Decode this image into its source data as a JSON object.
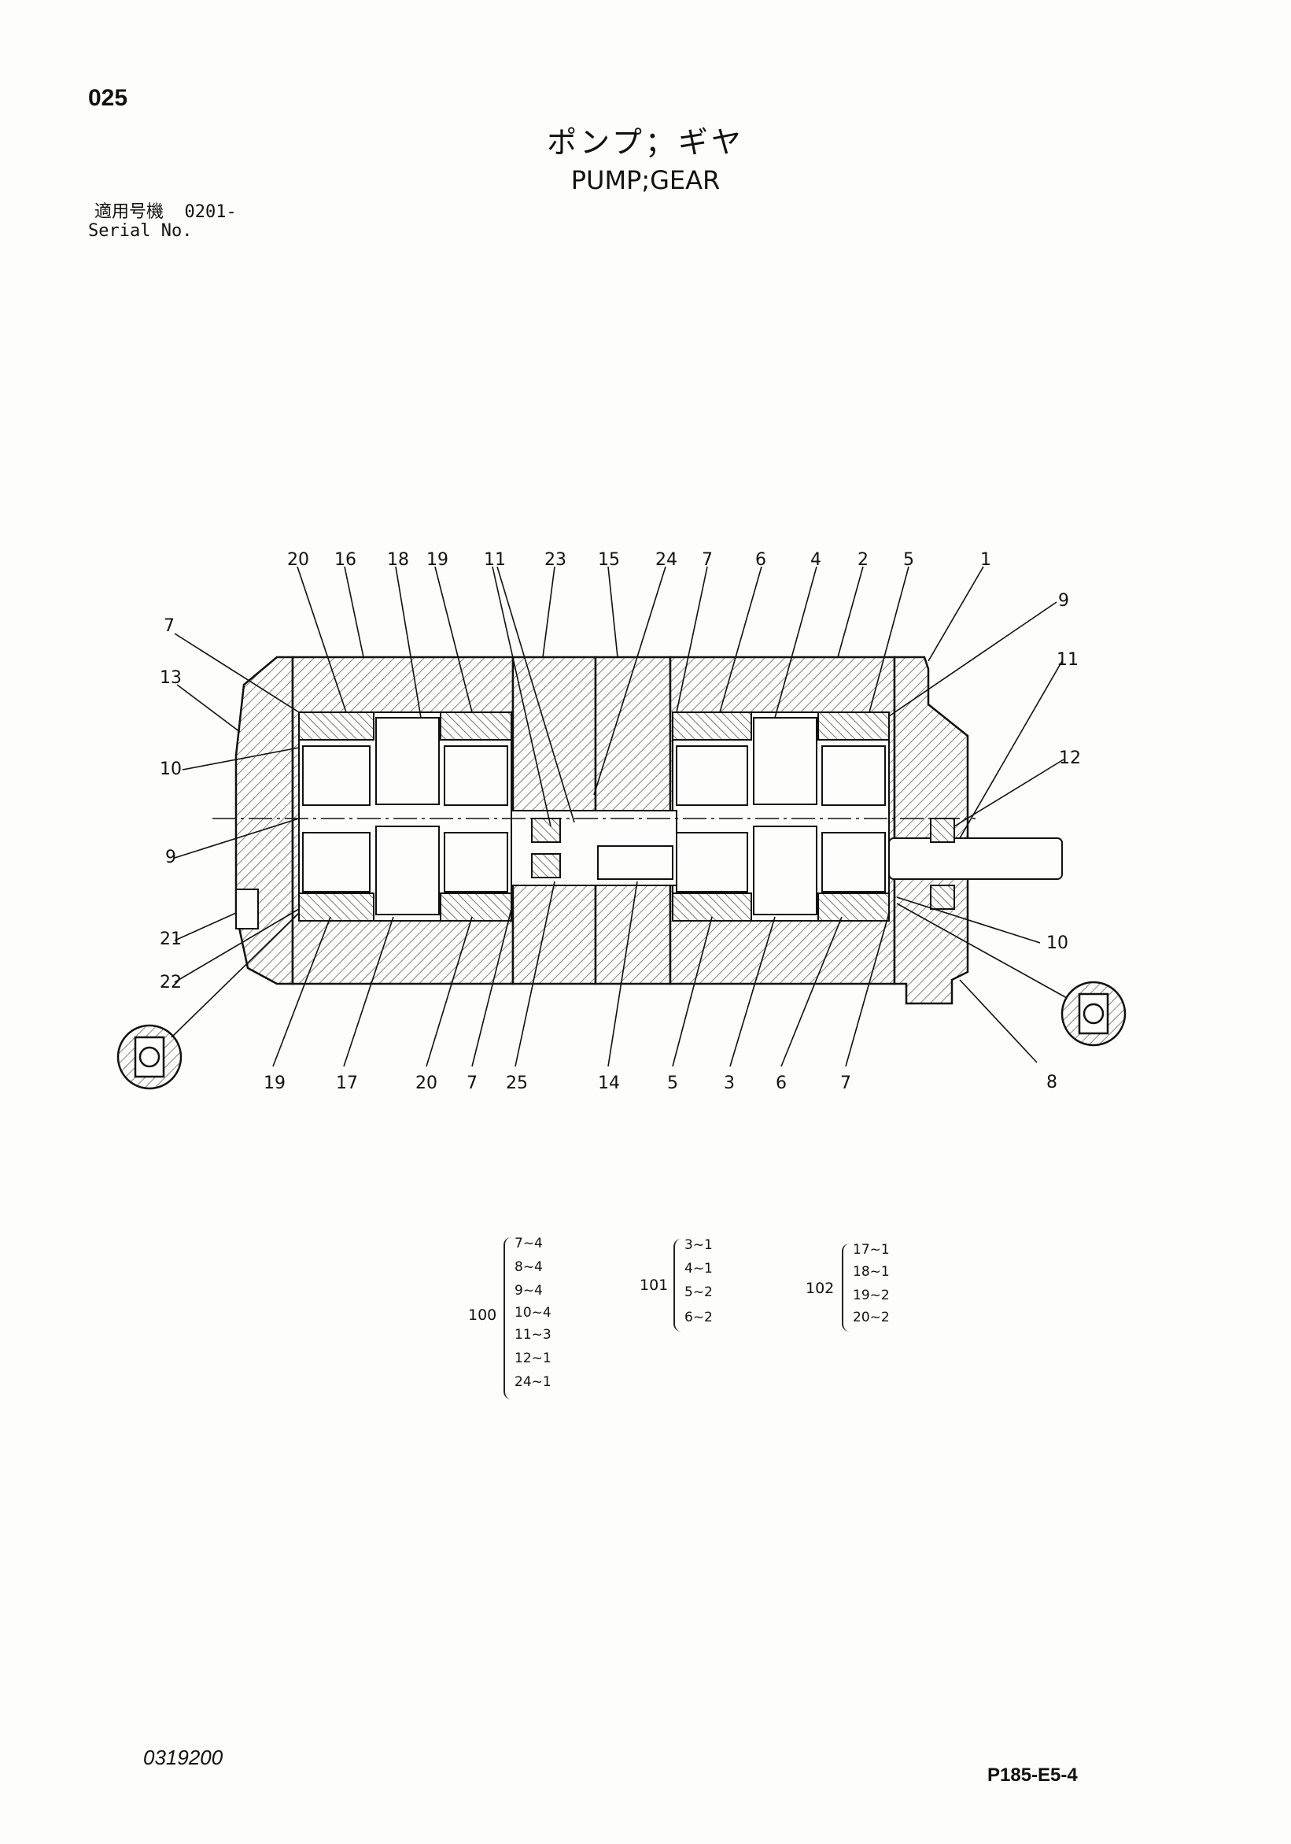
{
  "page_number": "025",
  "title_jp": "ポンプ；ギヤ",
  "title_en": "PUMP;GEAR",
  "serial": {
    "label_jp": "適用号機",
    "value": "0201-",
    "label_en": "Serial No."
  },
  "callouts": {
    "top": [
      "20",
      "16",
      "18",
      "19",
      "11",
      "23",
      "15",
      "24",
      "7",
      "6",
      "4",
      "2",
      "5",
      "1"
    ],
    "left": [
      "7",
      "13",
      "10",
      "9",
      "21",
      "22"
    ],
    "right": [
      "9",
      "11",
      "12",
      "10",
      "8"
    ],
    "bottom": [
      "19",
      "17",
      "20",
      "7",
      "25",
      "14",
      "5",
      "3",
      "6",
      "7"
    ]
  },
  "kits": [
    {
      "label": "100",
      "items": [
        "7~4",
        "8~4",
        "9~4",
        "10~4",
        "11~3",
        "12~1",
        "24~1"
      ]
    },
    {
      "label": "101",
      "items": [
        "3~1",
        "4~1",
        "5~2",
        "6~2"
      ]
    },
    {
      "label": "102",
      "items": [
        "17~1",
        "18~1",
        "19~2",
        "20~2"
      ]
    }
  ],
  "doc_code": "0319200",
  "page_ref": "P185-E5-4"
}
